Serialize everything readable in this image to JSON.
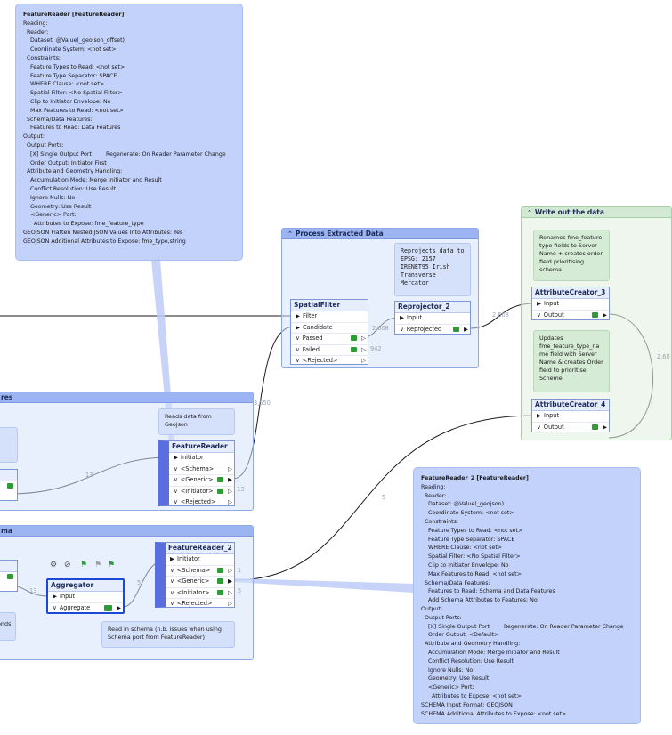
{
  "tooltip_top": {
    "title": "FeatureReader [FeatureReader]",
    "lines": [
      "Reading:",
      "  Reader:",
      "    Dataset: @Value(_geojson_offset)",
      "    Coordinate System: <not set>",
      "  Constraints:",
      "    Feature Types to Read: <not set>",
      "    Feature Type Separator: SPACE",
      "    WHERE Clause: <not set>",
      "    Spatial Filter: <No Spatial Filter>",
      "    Clip to Initiator Envelope: No",
      "    Max Features to Read: <not set>",
      "  Schema/Data Features:",
      "    Features to Read: Data Features",
      "Output:",
      "  Output Ports:",
      "    [X] Single Output Port        Regenerate: On Reader Parameter Change",
      "    Order Output: Initiator First",
      "  Attribute and Geometry Handling:",
      "    Accumulation Mode: Merge Initiator and Result",
      "    Conflict Resolution: Use Result",
      "    Ignore Nulls: No",
      "    Geometry: Use Result",
      "    <Generic> Port:",
      "      Attributes to Expose: fme_feature_type",
      "GEOJSON Flatten Nested JSON Values Into Attributes: Yes",
      "GEOJSON Additional Attributes to Expose: fme_type,string"
    ]
  },
  "tooltip_bottom": {
    "title": "FeatureReader_2 [FeatureReader]",
    "lines": [
      "Reading:",
      "  Reader:",
      "    Dataset: @Value(_geojson)",
      "    Coordinate System: <not set>",
      "  Constraints:",
      "    Feature Types to Read: <not set>",
      "    Feature Type Separator: SPACE",
      "    WHERE Clause: <not set>",
      "    Spatial Filter: <No Spatial Filter>",
      "    Clip to Initiator Envelope: No",
      "    Max Features to Read: <not set>",
      "  Schema/Data Features:",
      "    Features to Read: Schema and Data Features",
      "    Add Schema Attributes to Features: No",
      "Output:",
      "  Output Ports:",
      "    [X] Single Output Port        Regenerate: On Reader Parameter Change",
      "    Order Output: <Default>",
      "  Attribute and Geometry Handling:",
      "    Accumulation Mode: Merge Initiator and Result",
      "    Conflict Resolution: Use Result",
      "    Ignore Nulls: No",
      "    Geometry: Use Result",
      "    <Generic> Port:",
      "      Attributes to Expose: <not set>",
      "SCHEMA Input Format: GEOJSON",
      "SCHEMA Additional Attributes to Expose: <not set>"
    ]
  },
  "bookmarks": {
    "process": "Process Extracted Data",
    "write": "Write out the data",
    "left_top": "res",
    "left_bottom": "ma"
  },
  "notes": {
    "reproject": "Reprojects data to EPSG: 2157 IRENET95 Irish Transverse Mercator",
    "reads_geojson": "Reads data from Geojson",
    "read_schema": "Read in schema (n.b. issues when using Schema port from FeatureReader)",
    "renames": "Renames fme_feature type fields to Server Name + creates order field prioritising schema",
    "updates": "Updates fme_feature_type_na me field with Server Name & creates Order field to prioritise Scheme",
    "left_cut": "onds"
  },
  "transformers": {
    "spatialfilter": {
      "name": "SpatialFilter",
      "inputs": [
        "Filter",
        "Candidate"
      ],
      "outputs": [
        "Passed",
        "Failed",
        "<Rejected>"
      ]
    },
    "reprojector": {
      "name": "Reprojector_2",
      "inputs": [
        "Input"
      ],
      "outputs": [
        "Reprojected"
      ]
    },
    "attrcreator3": {
      "name": "AttributeCreator_3",
      "inputs": [
        "Input"
      ],
      "outputs": [
        "Output"
      ]
    },
    "attrcreator4": {
      "name": "AttributeCreator_4",
      "inputs": [
        "Input"
      ],
      "outputs": [
        "Output"
      ]
    },
    "featurereader": {
      "name": "FeatureReader",
      "inputs": [
        "Initiator"
      ],
      "outputs": [
        "<Schema>",
        "<Generic>",
        "<Initiator>",
        "<Rejected>"
      ]
    },
    "featurereader2": {
      "name": "FeatureReader_2",
      "inputs": [
        "Initiator"
      ],
      "outputs": [
        "<Schema>",
        "<Generic>",
        "<Initiator>",
        "<Rejected>"
      ]
    },
    "aggregator": {
      "name": "Aggregator",
      "inputs": [
        "Input"
      ],
      "outputs": [
        "Aggregate"
      ]
    }
  },
  "counts": {
    "c2608a": "2,608",
    "c942": "942",
    "c2608b": "2,608",
    "c2608c": "2,60",
    "c3550": "3,550",
    "c13a": "13",
    "c13b": "13",
    "c13c": "13",
    "c5a": "5",
    "c5b": "5",
    "c5c": "5",
    "c1": "1"
  },
  "toolbar": {
    "gear": "⚙",
    "disable": "⊘",
    "flag1": "⚑",
    "flag2": "⚑",
    "flag3": "⚑"
  }
}
